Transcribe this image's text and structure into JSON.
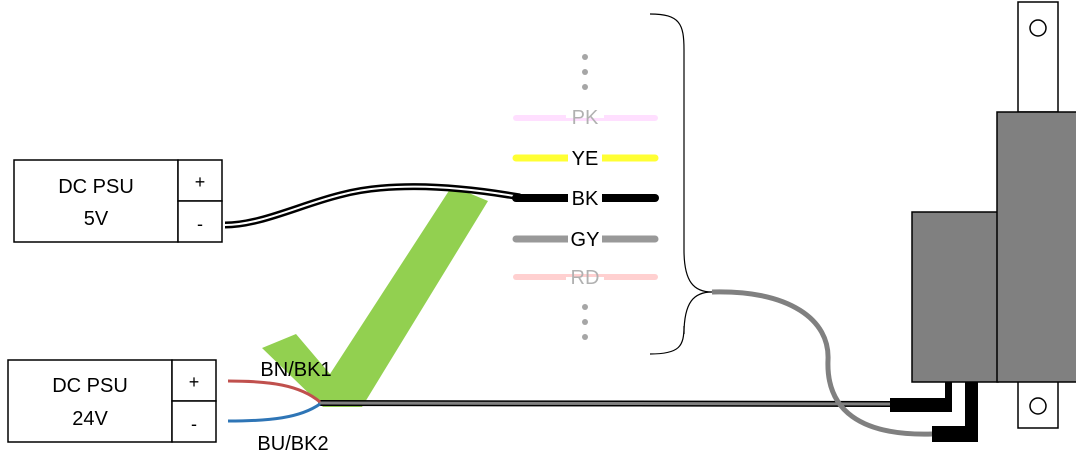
{
  "psu_5v": {
    "name": "DC PSU",
    "voltage": "5V",
    "plus": "+",
    "minus": "-"
  },
  "psu_24v": {
    "name": "DC PSU",
    "voltage": "24V",
    "plus": "+",
    "minus": "-"
  },
  "wires": {
    "bn_bk1": "BN/BK1",
    "bu_bk2": "BU/BK2"
  },
  "wire_colors": [
    {
      "label": "PK",
      "color": "#ffb3ff",
      "faded": true
    },
    {
      "label": "YE",
      "color": "#ffff33",
      "faded": false
    },
    {
      "label": "BK",
      "color": "#000000",
      "faded": false
    },
    {
      "label": "GY",
      "color": "#999999",
      "faded": false
    },
    {
      "label": "RD",
      "color": "#ff6666",
      "faded": true
    }
  ],
  "colors": {
    "checkmark": "#92d050",
    "actuator": "#808080",
    "red_wire": "#c0504d",
    "blue_wire": "#2e75b6"
  }
}
